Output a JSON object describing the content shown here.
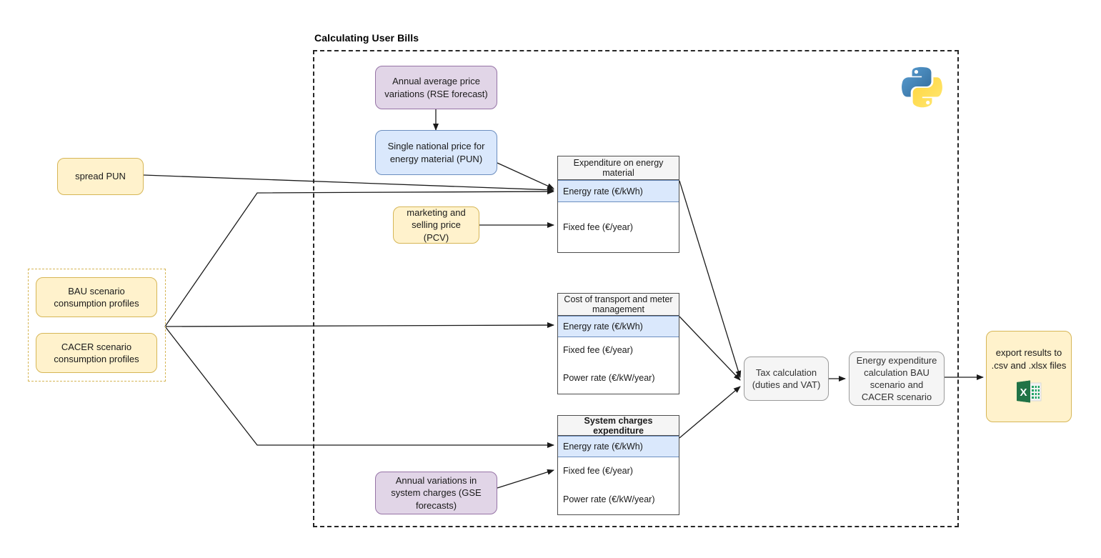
{
  "diagram": {
    "title": "Calculating User Bills",
    "colors": {
      "yellow_fill": "#fff2cc",
      "yellow_stroke": "#d6b656",
      "purple_fill": "#e1d5e7",
      "purple_stroke": "#9673a6",
      "blue_fill": "#dae8fc",
      "blue_stroke": "#6c8ebf",
      "grey_fill": "#f5f5f5",
      "grey_stroke": "#9a9a9a",
      "edge": "#262626"
    }
  },
  "inputs": {
    "spread_pun": "spread PUN",
    "bau_profiles": "BAU scenario consumption profiles",
    "cacer_profiles": "CACER scenario consumption profiles"
  },
  "forecasts": {
    "rse": "Annual average price variations (RSE forecast)",
    "pun": "Single national price for energy material (PUN)",
    "pcv": "marketing and selling price (PCV)",
    "gse": "Annual variations in system charges (GSE forecasts)"
  },
  "tables": [
    {
      "name": "expenditure-energy-material",
      "header": "Expenditure on energy material",
      "rows": [
        "Energy rate (€/kWh)",
        "Fixed fee (€/year)"
      ]
    },
    {
      "name": "cost-transport-meter",
      "header": "Cost of transport and meter management",
      "rows": [
        "Energy rate (€/kWh)",
        "Fixed fee (€/year)",
        "Power rate (€/kW/year)"
      ]
    },
    {
      "name": "system-charges-expenditure",
      "header": "System charges expenditure",
      "rows": [
        "Energy rate (€/kWh)",
        "Fixed fee (€/year)",
        "Power rate (€/kW/year)"
      ]
    }
  ],
  "process": {
    "tax": "Tax calculation (duties and VAT)",
    "energy_expenditure": "Energy expenditure calculation BAU scenario and CACER scenario"
  },
  "output": {
    "export": "export results to .csv and .xlsx files",
    "export_icon": "excel-xlsx-icon"
  },
  "icons": {
    "python": "python-logo-icon"
  }
}
